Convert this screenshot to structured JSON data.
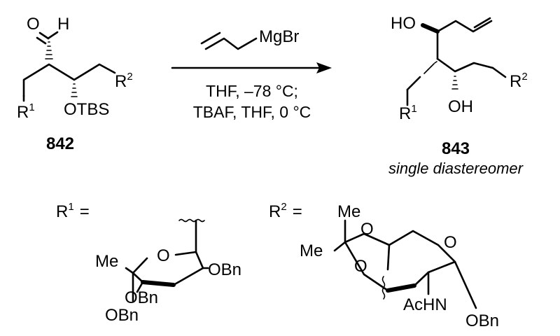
{
  "reactant": {
    "label": "842",
    "atoms": {
      "oxygen": "O",
      "hydrogen": "H",
      "otbs": "OTBS",
      "r1": "R",
      "r1_sup": "1",
      "r2": "R",
      "r2_sup": "2"
    }
  },
  "reagent": {
    "grignard": "MgBr",
    "conditions_line1": "THF, –78 °C;",
    "conditions_line2": "TBAF, THF, 0 °C"
  },
  "product": {
    "label": "843",
    "note": "single diastereomer",
    "atoms": {
      "ho": "HO",
      "oh": "OH",
      "r1": "R",
      "r1_sup": "1",
      "r2": "R",
      "r2_sup": "2"
    }
  },
  "r1_definition": {
    "lhs": "R",
    "lhs_sup": "1",
    "equals": "=",
    "atoms": {
      "methyl": "Me",
      "ring_oxygen": "O",
      "obn_1": "OBn",
      "obn_2": "OBn",
      "obn_3": "OBn"
    }
  },
  "r2_definition": {
    "lhs": "R",
    "lhs_sup": "2",
    "equals": "=",
    "atoms": {
      "methyl_top": "Me",
      "methyl_left": "Me",
      "acetal_o1": "O",
      "acetal_o2": "O",
      "ring_oxygen": "O",
      "achn": "AcHN",
      "obn": "OBn"
    }
  }
}
